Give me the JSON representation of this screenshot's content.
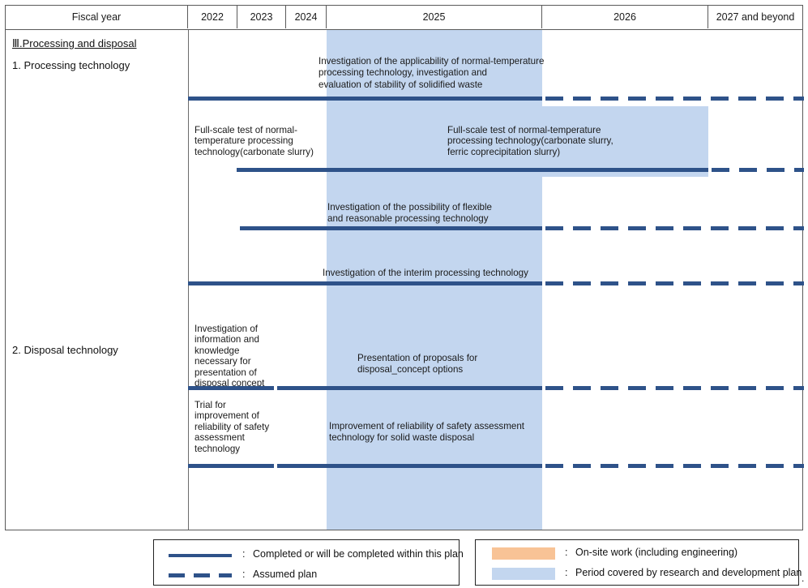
{
  "header": {
    "fiscal_year_label": "Fiscal year",
    "columns": [
      {
        "label": "2022"
      },
      {
        "label": "2023"
      },
      {
        "label": "2024"
      },
      {
        "label": "2025"
      },
      {
        "label": "2026"
      },
      {
        "label": "2027 and beyond"
      }
    ]
  },
  "sections": [
    {
      "title": "Ⅲ.Processing and disposal",
      "underlined": true
    },
    {
      "title": "1. Processing technology",
      "underlined": false
    },
    {
      "title": "2. Disposal technology",
      "underlined": false
    }
  ],
  "tasks": [
    {
      "id": "applicability-normal-temperature",
      "text": "Investigation of the applicability of normal-temperature\nprocessing technology, investigation and\nevaluation of stability of solidified waste"
    },
    {
      "id": "full-scale-test-carbonate",
      "text": "Full-scale test of normal-\ntemperature processing\ntechnology(carbonate slurry)"
    },
    {
      "id": "full-scale-test-carbonate-ferric",
      "text": "Full-scale test of normal-temperature\nprocessing technology(carbonate slurry,\nferric coprecipitation slurry)"
    },
    {
      "id": "flexible-reasonable-processing",
      "text": "Investigation of the possibility of flexible\nand reasonable processing technology"
    },
    {
      "id": "interim-processing",
      "text": "Investigation of the interim processing technology"
    },
    {
      "id": "information-knowledge-disposal-concept",
      "text": "Investigation of\ninformation and\nknowledge\nnecessary for\npresentation of\ndisposal concept"
    },
    {
      "id": "proposals-disposal-concept",
      "text": "Presentation of proposals for\ndisposal_concept options"
    },
    {
      "id": "trial-reliability-safety",
      "text": "Trial for\nimprovement of\nreliability of safety\nassessment\ntechnology"
    },
    {
      "id": "improvement-reliability-safety",
      "text": "Improvement of reliability of safety assessment\ntechnology for solid waste disposal"
    }
  ],
  "legend": {
    "left": [
      {
        "type": "solid-line",
        "separator": ":",
        "label": "Completed or will be completed within this plan"
      },
      {
        "type": "dashed-line",
        "separator": ":",
        "label": "Assumed plan"
      }
    ],
    "right": [
      {
        "type": "swatch",
        "color": "#f8c396",
        "separator": ":",
        "label": "On-site work (including engineering)"
      },
      {
        "type": "swatch",
        "color": "#c3d6ef",
        "separator": ":",
        "label": "Period covered by research and development plan"
      }
    ]
  },
  "colors": {
    "bar": "#2e5289",
    "rd_period_band": "#c3d6ef",
    "onsite_work": "#f8c396",
    "border": "#5a5a5a"
  },
  "trailing_mark": "."
}
